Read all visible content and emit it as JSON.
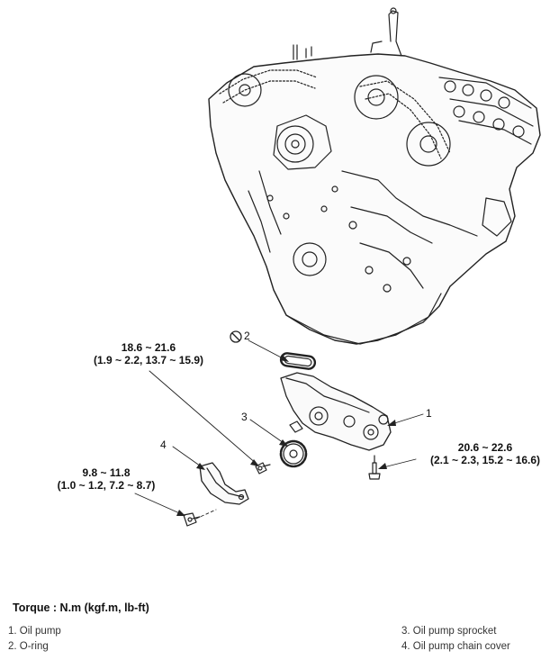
{
  "callouts": {
    "pump_torque": {
      "line1": "20.6 ~ 22.6",
      "line2": "(2.1 ~ 2.3, 15.2 ~ 16.6)"
    },
    "sprocket_torque": {
      "line1": "18.6 ~ 21.6",
      "line2": "(1.9 ~ 2.2, 13.7 ~ 15.9)"
    },
    "cover_torque": {
      "line1": "9.8 ~ 11.8",
      "line2": "(1.0 ~ 1.2, 7.2 ~ 8.7)"
    },
    "numbers": [
      "1",
      "2",
      "3",
      "4"
    ]
  },
  "torque_title": "Torque : N.m (kgf.m, lb-ft)",
  "legend": {
    "left": [
      "1. Oil pump",
      "2. O-ring"
    ],
    "right": [
      "3. Oil pump sprocket",
      "4. Oil pump chain cover"
    ]
  },
  "icons": {
    "no_reuse": "prohibited-reuse-icon"
  }
}
